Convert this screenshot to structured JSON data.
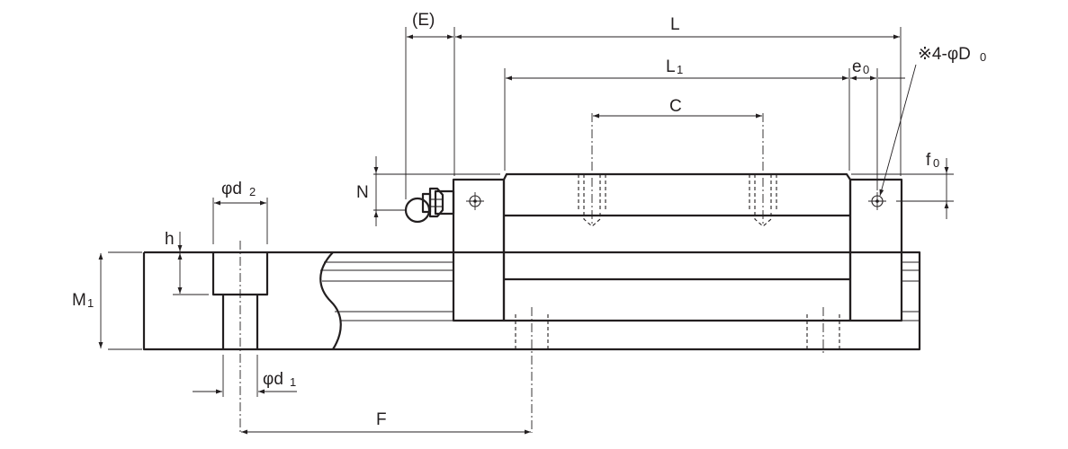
{
  "labels": {
    "E": "(E)",
    "L": "L",
    "L1": "L",
    "L1_sub": "1",
    "e0": "e",
    "e0_sub": "0",
    "mount_hole": "※4-φD",
    "mount_hole_sub": "0",
    "C": "C",
    "f0": "f",
    "f0_sub": "0",
    "N": "N",
    "d2": "φd",
    "d2_sub": "2",
    "h": "h",
    "M1": "M",
    "M1_sub": "1",
    "d1": "φd",
    "d1_sub": "1",
    "F": "F"
  },
  "colors": {
    "line": "#231f20",
    "background": "#ffffff"
  }
}
